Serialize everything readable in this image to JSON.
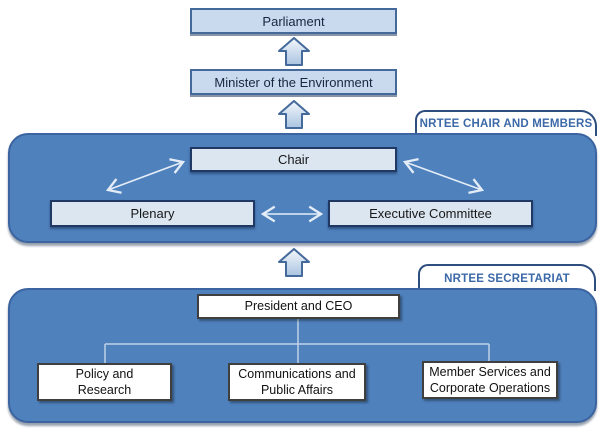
{
  "colors": {
    "panel-fill": "#4f81bd",
    "panel-border": "#3b64a0",
    "pale-box-fill": "#dce6f1",
    "pale-box-border": "#1f3864",
    "light-box-fill": "#c9d9ee",
    "light-box-border": "#44699b",
    "tab-text": "#3c69a8",
    "tab-border": "#2e4e7e",
    "connector": "#bfd2e6",
    "arrow-outline": "#44699b"
  },
  "nodes": {
    "parliament": "Parliament",
    "minister": "Minister of the Environment",
    "chair": "Chair",
    "plenary": "Plenary",
    "executive": "Executive Committee",
    "president": "President and CEO"
  },
  "sections": {
    "chair_members": {
      "label": "NRTEE CHAIR AND MEMBERS"
    },
    "secretariat": {
      "label": "NRTEE SECRETARIAT"
    }
  },
  "units": [
    {
      "line1": "Policy and",
      "line2": "Research"
    },
    {
      "line1": "Communications and",
      "line2": "Public Affairs"
    },
    {
      "line1": "Member Services and",
      "line2": "Corporate Operations"
    }
  ],
  "icons": {
    "up_arrow": "block-up-arrow",
    "double_arrow": "double-headed-arrow"
  }
}
